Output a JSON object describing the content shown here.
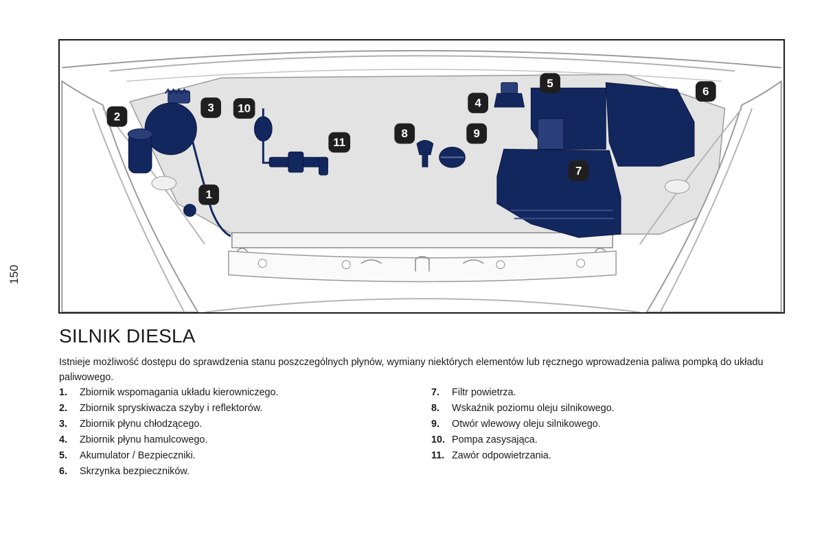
{
  "page": {
    "number": "150"
  },
  "figure": {
    "callouts": [
      {
        "num": "1",
        "label": "1"
      },
      {
        "num": "2",
        "label": "2"
      },
      {
        "num": "3",
        "label": "3"
      },
      {
        "num": "4",
        "label": "4"
      },
      {
        "num": "5",
        "label": "5"
      },
      {
        "num": "6",
        "label": "6"
      },
      {
        "num": "7",
        "label": "7"
      },
      {
        "num": "8",
        "label": "8"
      },
      {
        "num": "9",
        "label": "9"
      },
      {
        "num": "10",
        "label": "10"
      },
      {
        "num": "11",
        "label": "11"
      }
    ],
    "colors": {
      "component": "#13275f",
      "badge": "#1f1f1f",
      "bay": "#e3e3e3",
      "outline": "#8a8a8a"
    }
  },
  "section": {
    "title": "SILNIK DIESLA",
    "intro": "Istnieje możliwość dostępu do sprawdzenia stanu poszczególnych płynów, wymiany niektórych elementów lub ręcznego wprowadzenia paliwa pompką do układu paliwowego."
  },
  "legend": {
    "left": [
      {
        "num": "1.",
        "text": "Zbiornik wspomagania układu kierowniczego."
      },
      {
        "num": "2.",
        "text": "Zbiornik spryskiwacza szyby i reflektorów."
      },
      {
        "num": "3.",
        "text": "Zbiornik płynu chłodzącego."
      },
      {
        "num": "4.",
        "text": "Zbiornik płynu hamulcowego."
      },
      {
        "num": "5.",
        "text": "Akumulator / Bezpieczniki."
      },
      {
        "num": "6.",
        "text": "Skrzynka bezpieczników."
      }
    ],
    "right": [
      {
        "num": "7.",
        "text": "Filtr powietrza."
      },
      {
        "num": "8.",
        "text": "Wskaźnik poziomu oleju silnikowego."
      },
      {
        "num": "9.",
        "text": "Otwór wlewowy oleju silnikowego."
      },
      {
        "num": "10.",
        "text": "Pompa zasysająca."
      },
      {
        "num": "11.",
        "text": "Zawór odpowietrzania."
      }
    ]
  }
}
